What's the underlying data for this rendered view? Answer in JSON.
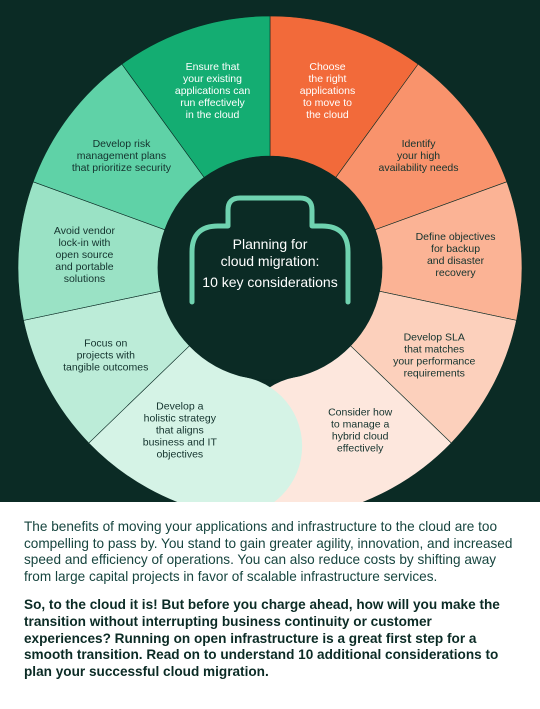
{
  "colors": {
    "background": "#0b2b25",
    "accent": "#6fd3b0"
  },
  "center": {
    "title_line1": "Planning for",
    "title_line2": "cloud migration:",
    "subtitle": "10 key considerations"
  },
  "segments": [
    {
      "lines": [
        "Choose",
        "the right",
        "applications",
        "to move to",
        "the cloud"
      ],
      "color": "#f26a3a",
      "text_color": "#ffffff"
    },
    {
      "lines": [
        "Identify",
        "your high",
        "availability needs"
      ],
      "color": "#f9936c",
      "text_color": "#14332e"
    },
    {
      "lines": [
        "Define objectives",
        "for backup",
        "and disaster",
        "recovery"
      ],
      "color": "#fbb395",
      "text_color": "#14332e"
    },
    {
      "lines": [
        "Develop SLA",
        "that matches",
        "your performance",
        "requirements"
      ],
      "color": "#fcd0bc",
      "text_color": "#14332e"
    },
    {
      "lines": [
        "Consider how",
        "to manage a",
        "hybrid cloud",
        "effectively"
      ],
      "color": "#fde7dd",
      "text_color": "#14332e"
    },
    {
      "lines": [
        "Develop a",
        "holistic strategy",
        "that aligns",
        "business and IT",
        "objectives"
      ],
      "color": "#d5f3e6",
      "text_color": "#14332e"
    },
    {
      "lines": [
        "Focus on",
        "projects with",
        "tangible outcomes"
      ],
      "color": "#bcecd8",
      "text_color": "#14332e"
    },
    {
      "lines": [
        "Avoid vendor",
        "lock-in with",
        "open source",
        "and portable",
        "solutions"
      ],
      "color": "#9ae2c5",
      "text_color": "#14332e"
    },
    {
      "lines": [
        "Develop risk",
        "management plans",
        "that prioritize security"
      ],
      "color": "#5fd2a7",
      "text_color": "#14332e"
    },
    {
      "lines": [
        "Ensure that",
        "your existing",
        "applications can",
        "run effectively",
        "in the cloud"
      ],
      "color": "#14ad72",
      "text_color": "#ffffff"
    }
  ],
  "body": {
    "paragraph1": "The benefits of moving your applications and infrastructure to the cloud are too compelling to pass by. You stand to gain greater agility, innovation, and increased speed and efficiency of operations. You can also reduce costs by shifting away from large capital projects in favor of scalable infrastructure services.",
    "paragraph2": "So, to the cloud it is! But before you charge ahead, how will you make the transition without interrupting business continuity or customer experiences? Running on open infrastructure is a great first step for a smooth transition. Read on to understand 10 additional considerations to plan your successful cloud migration."
  }
}
